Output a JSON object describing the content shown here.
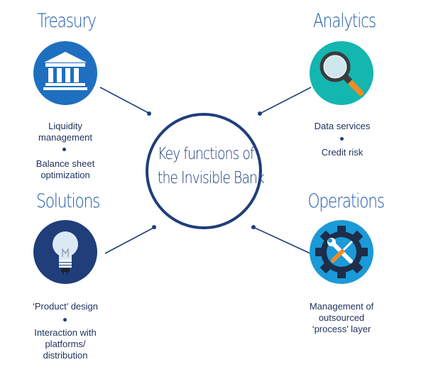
{
  "center": {
    "line1": "Key functions of",
    "line2": "the Invisible Bank"
  },
  "quadrants": {
    "treasury": {
      "title": "Treasury",
      "icon": "bank-building-icon",
      "items": [
        "Liquidity management",
        "Balance sheet optimization"
      ]
    },
    "analytics": {
      "title": "Analytics",
      "icon": "magnifying-glass-icon",
      "items": [
        "Data services",
        "Credit risk"
      ]
    },
    "solutions": {
      "title": "Solutions",
      "icon": "light-bulb-icon",
      "items": [
        "‘Product’ design",
        "Interaction with platforms/ distribution"
      ]
    },
    "operations": {
      "title": "Operations",
      "icon": "gear-tools-icon",
      "items": [
        "Management of outsourced ‘process’ layer"
      ]
    }
  },
  "colors": {
    "treasury": "#1f6fc0",
    "analytics": "#14b6b0",
    "solutions": "#1f3e7a",
    "operations": "#1a9ad8",
    "title": "#1f5aa6",
    "text": "#1d2f5c",
    "ring": "#1f3e7a"
  }
}
